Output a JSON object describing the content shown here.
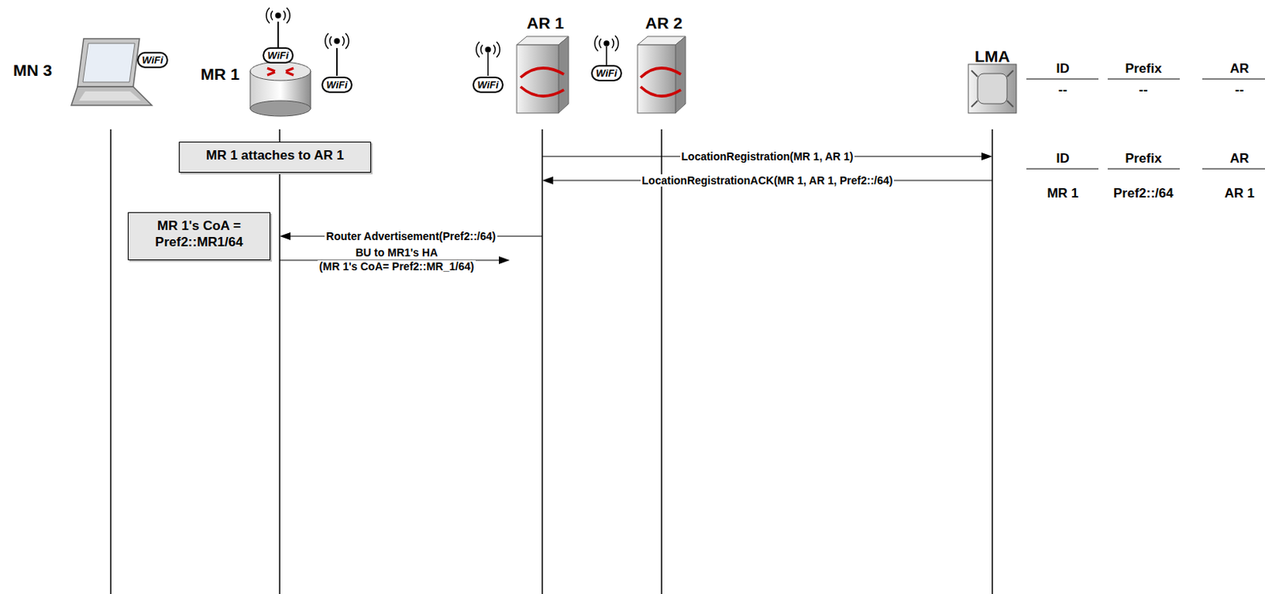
{
  "diagram": {
    "nodes": [
      {
        "text": [
          "MN 3"
        ]
      },
      {
        "text": [
          "MR 1"
        ]
      },
      {
        "text": [
          "AR 1"
        ]
      },
      {
        "text": [
          "AR 2"
        ]
      },
      {
        "text": [
          "LMA"
        ]
      },
      {
        "text": [
          "MR 1 attaches to AR 1"
        ]
      },
      {
        "text": [
          "MR 1's CoA = Pref2::MR1/64"
        ]
      }
    ],
    "edges": [
      {
        "from": 2,
        "to": 4,
        "label": "LocationRegistration(MR 1, AR 1)",
        "arrow": "to"
      },
      {
        "from": 4,
        "to": 2,
        "label": "LocationRegistrationACK(MR 1, AR 1, Pref2::/64)",
        "arrow": "to"
      },
      {
        "from": 2,
        "to": 1,
        "label": "Router Advertisement(Pref2::/64)",
        "arrow": "to"
      }
    ],
    "labels": [
      "WiFi",
      "WiFi",
      "WiFi",
      "WiFi",
      "WiFi",
      "ID",
      "Prefix",
      "AR",
      "--",
      "--",
      "--",
      "ID",
      "Prefix",
      "AR",
      "MR 1",
      "Pref2::/64",
      "AR 1",
      "BU to MR1's HA",
      "(MR 1's CoA= Pref2::MR_1/64)"
    ]
  }
}
